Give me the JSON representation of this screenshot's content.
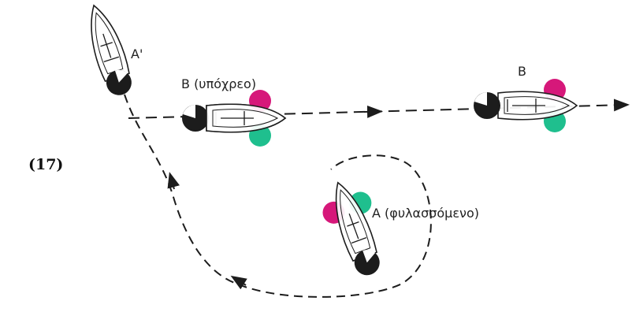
{
  "figure_number": "(17)",
  "labels": {
    "a_prime": "A'",
    "b_give_way": "B (υπόχρεο)",
    "b_end": "B",
    "a_stand_on": "A (φυλασσόμενο)"
  },
  "colors": {
    "port_light": "#d6187a",
    "starboard_light": "#1fbf8e",
    "ink": "#1c1c1c"
  }
}
